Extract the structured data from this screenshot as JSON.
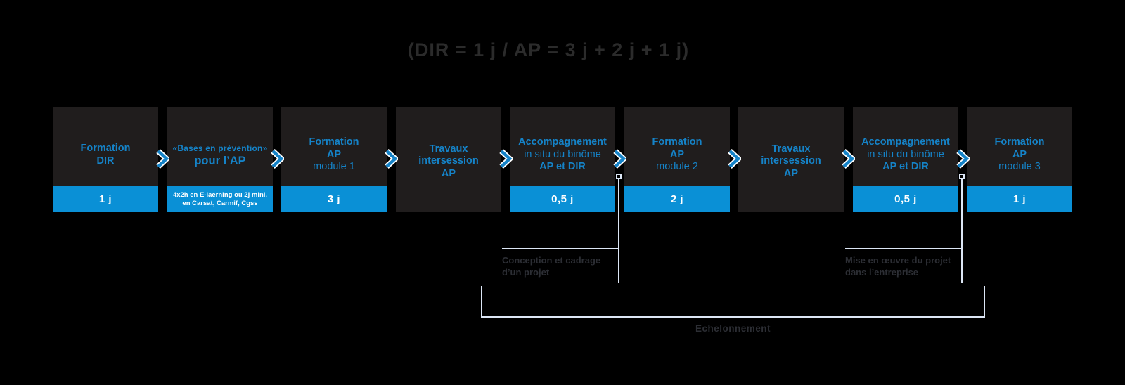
{
  "title": "(DIR = 1 j / AP = 3 j + 2 j + 1 j)",
  "colors": {
    "background": "#000000",
    "box_background": "#201d1d",
    "accent_blue": "#0a90d6",
    "text_blue": "#1583c8",
    "connector_line": "#dce6f5",
    "muted_text": "#2b2b2b",
    "white": "#ffffff"
  },
  "timeline": {
    "boxes": [
      {
        "line1": "Formation",
        "line2": "DIR",
        "duration": "1 j"
      },
      {
        "line1": "«Bases en prévention»",
        "line2": "pour l’AP",
        "footnote1": "4x2h en E-laerning ou 2j mini.",
        "footnote2": "en Carsat, Carmif, Cgss"
      },
      {
        "line1": "Formation",
        "line2": "AP",
        "line3": "module 1",
        "duration": "3 j"
      },
      {
        "line1": "Travaux",
        "line2": "intersession",
        "line3": "AP"
      },
      {
        "line1": "Accompagnement",
        "line2": "in situ du binôme",
        "line3": "AP et DIR",
        "duration": "0,5 j"
      },
      {
        "line1": "Formation",
        "line2": "AP",
        "line3": "module 2",
        "duration": "2 j"
      },
      {
        "line1": "Travaux",
        "line2": "intersession",
        "line3": "AP"
      },
      {
        "line1": "Accompagnement",
        "line2": "in situ du binôme",
        "line3": "AP et DIR",
        "duration": "0,5 j"
      },
      {
        "line1": "Formation",
        "line2": "AP",
        "line3": "module 3",
        "duration": "1 j"
      }
    ]
  },
  "annotations": {
    "conception": {
      "line1": "Conception et cadrage",
      "line2": "d’un projet"
    },
    "mise_en_oeuvre": {
      "line1": "Mise en œuvre du projet",
      "line2": "dans l’entreprise"
    },
    "echelonnement": "Echelonnement"
  }
}
